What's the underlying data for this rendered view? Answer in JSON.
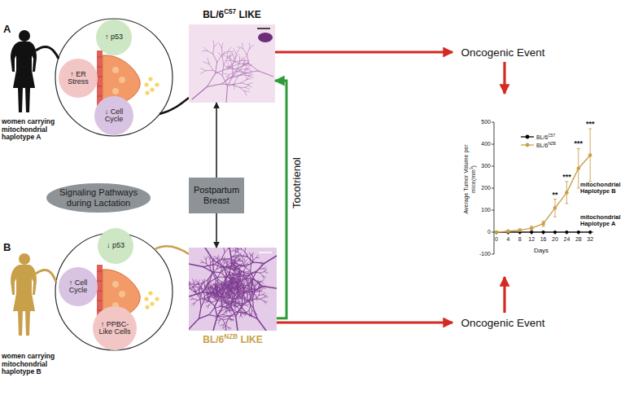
{
  "diagram": {
    "nodes": [
      {
        "text": [
          "A",
          "women carrying mitochondrial haplotype A"
        ]
      },
      {
        "text": [
          "↑ p53"
        ]
      },
      {
        "text": [
          "↑ ER Stress"
        ]
      },
      {
        "text": [
          "↓ Cell Cycle"
        ]
      },
      {
        "text": [
          "BL/6C57 LIKE"
        ]
      },
      {
        "text": [
          "Oncogenic Event"
        ]
      },
      {
        "text": [
          "Signaling Pathways during Lactation"
        ]
      },
      {
        "text": [
          "Postpartum Breast"
        ]
      },
      {
        "text": [
          "mitochondrial Haplotype B",
          "mitochondrial Haplotype A"
        ]
      },
      {
        "text": [
          "B",
          "women carrying mitochondrial haplotype B"
        ]
      },
      {
        "text": [
          "↓ p53"
        ]
      },
      {
        "text": [
          "↑ Cell Cycle"
        ]
      },
      {
        "text": [
          "↑ PPBC-Like Cells"
        ]
      },
      {
        "text": [
          "BL/6NZB LIKE"
        ]
      },
      {
        "text": [
          "Oncogenic Event"
        ]
      }
    ],
    "edges": [
      {
        "from": 7,
        "to": 4,
        "arrow": "to"
      },
      {
        "from": 7,
        "to": 13,
        "arrow": "to"
      },
      {
        "from": 13,
        "to": 4,
        "label": "Tocotrienol",
        "arrow": "to"
      },
      {
        "from": 4,
        "to": 5,
        "arrow": "to"
      },
      {
        "from": 13,
        "to": 14,
        "arrow": "to"
      },
      {
        "from": 5,
        "to": 8,
        "arrow": "to"
      },
      {
        "from": 14,
        "to": 8,
        "arrow": "to"
      }
    ],
    "labels": [
      "Average Tumor Volume per mice(mm3)",
      "500",
      "400",
      "300",
      "200",
      "100",
      "0",
      "-100",
      "0",
      "4",
      "8",
      "12",
      "16",
      "20",
      "24",
      "28",
      "32",
      "Days",
      "**",
      "***",
      "***",
      "***"
    ],
    "legend": [
      {
        "text": "BL/6C57",
        "color": "#000000"
      },
      {
        "text": "BL/6NZB",
        "color": "#c9a04a"
      }
    ]
  }
}
